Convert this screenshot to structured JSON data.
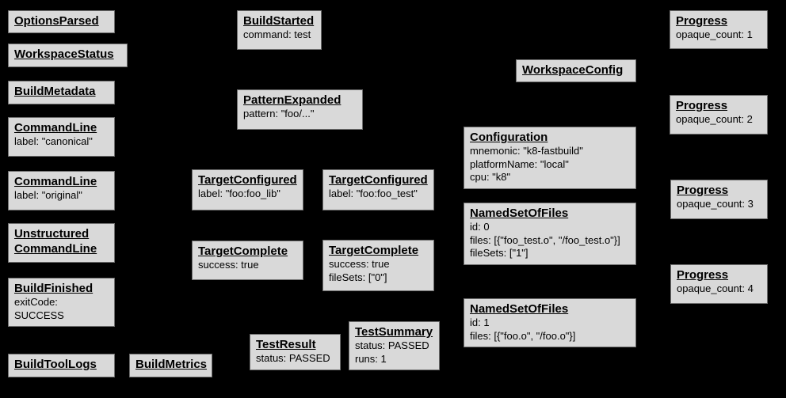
{
  "diagram": {
    "description": "Build event protocol event graph",
    "background_color": "#000000",
    "node_fill_color": "#d9d9d9",
    "node_border_color": "#6e6e6e",
    "text_color": "#000000",
    "nodes": [
      {
        "id": "options-parsed",
        "title": "OptionsParsed",
        "body": ""
      },
      {
        "id": "workspace-status",
        "title": "WorkspaceStatus",
        "body": ""
      },
      {
        "id": "build-metadata",
        "title": "BuildMetadata",
        "body": ""
      },
      {
        "id": "command-line-canonical",
        "title": "CommandLine",
        "body": "label: \"canonical\""
      },
      {
        "id": "command-line-original",
        "title": "CommandLine",
        "body": "label: \"original\""
      },
      {
        "id": "unstructured-command-line",
        "title": "Unstructured\nCommandLine",
        "body": ""
      },
      {
        "id": "build-finished",
        "title": "BuildFinished",
        "body": "exitCode: SUCCESS"
      },
      {
        "id": "build-tool-logs",
        "title": "BuildToolLogs",
        "body": ""
      },
      {
        "id": "build-metrics",
        "title": "BuildMetrics",
        "body": ""
      },
      {
        "id": "build-started",
        "title": "BuildStarted",
        "body": "command: test"
      },
      {
        "id": "pattern-expanded",
        "title": "PatternExpanded",
        "body": "pattern: \"foo/...\""
      },
      {
        "id": "target-configured-foo-lib",
        "title": "TargetConfigured",
        "body": "label: \"foo:foo_lib\""
      },
      {
        "id": "target-configured-foo-test",
        "title": "TargetConfigured",
        "body": "label: \"foo:foo_test\""
      },
      {
        "id": "target-complete-foo-lib",
        "title": "TargetComplete",
        "body": "success: true"
      },
      {
        "id": "target-complete-foo-test",
        "title": "TargetComplete",
        "body": "success: true\nfileSets: [\"0\"]"
      },
      {
        "id": "test-result",
        "title": "TestResult",
        "body": "status: PASSED"
      },
      {
        "id": "test-summary",
        "title": "TestSummary",
        "body": "status: PASSED\nruns: 1"
      },
      {
        "id": "workspace-config",
        "title": "WorkspaceConfig",
        "body": ""
      },
      {
        "id": "configuration",
        "title": "Configuration",
        "body": "mnemonic: \"k8-fastbuild\"\nplatformName: \"local\"\ncpu: \"k8\""
      },
      {
        "id": "named-set-of-files-0",
        "title": "NamedSetOfFiles",
        "body": "id: 0\nfiles: [{\"foo_test.o\", \"/foo_test.o\"}]\nfileSets: [\"1\"]"
      },
      {
        "id": "named-set-of-files-1",
        "title": "NamedSetOfFiles",
        "body": "id: 1\nfiles: [{\"foo.o\", \"/foo.o\"}]"
      },
      {
        "id": "progress-1",
        "title": "Progress",
        "body": "opaque_count: 1"
      },
      {
        "id": "progress-2",
        "title": "Progress",
        "body": "opaque_count: 2"
      },
      {
        "id": "progress-3",
        "title": "Progress",
        "body": "opaque_count: 3"
      },
      {
        "id": "progress-4",
        "title": "Progress",
        "body": "opaque_count: 4"
      }
    ]
  }
}
